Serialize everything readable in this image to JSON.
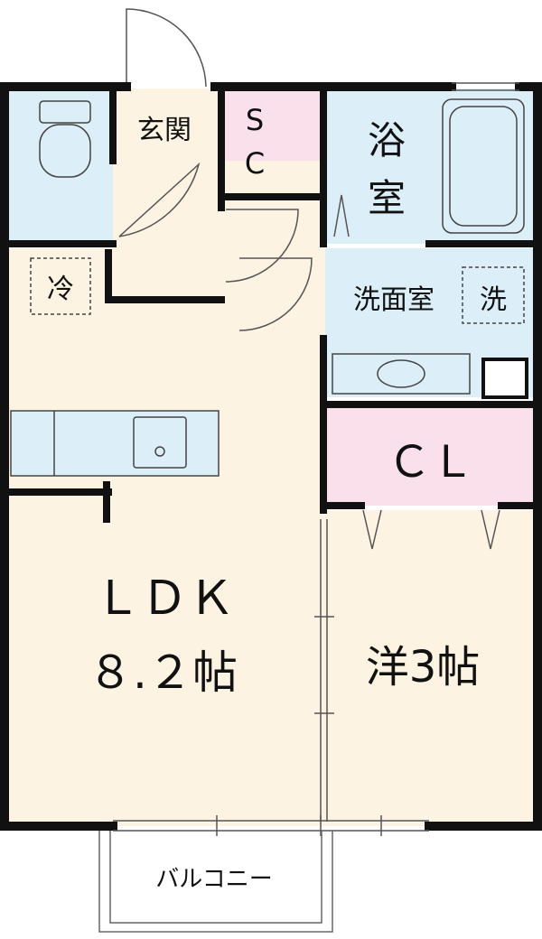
{
  "floorplan": {
    "entrance": "玄関",
    "shoe_closet_top": "S",
    "shoe_closet_bottom": "C",
    "bath_top": "浴",
    "bath_bottom": "室",
    "fridge": "冷",
    "washroom": "洗面室",
    "washer": "洗",
    "closet": "ＣＬ",
    "ldk_name": "ＬＤＫ",
    "ldk_size": "８.２帖",
    "western_room": "洋3帖",
    "balcony": "バルコニー"
  },
  "colors": {
    "floor": "#fcf3e2",
    "wet_area": "#dceef8",
    "storage": "#f9e0ea",
    "wall": "#111111"
  }
}
